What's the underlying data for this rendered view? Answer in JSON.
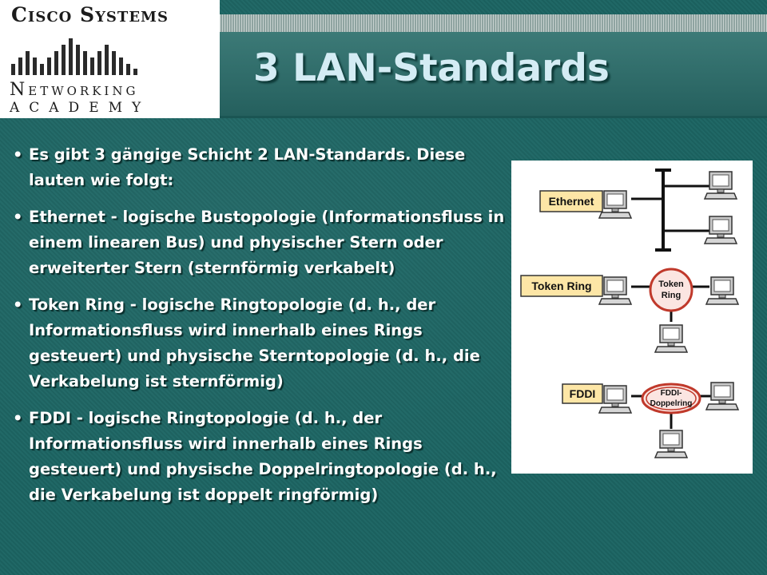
{
  "logo": {
    "title": "Cisco Systems",
    "line1": "Networking",
    "line2": "Academy"
  },
  "slide": {
    "title": "3 LAN-Standards"
  },
  "bullets": [
    "Es gibt 3 gängige Schicht 2 LAN-Standards. Diese lauten wie folgt:",
    "Ethernet - logische Bustopologie (Informationsfluss in einem linearen Bus) und physischer Stern oder erweiterter Stern (sternförmig verkabelt)",
    "Token Ring - logische Ringtopologie (d. h., der Informationsfluss wird innerhalb eines Rings gesteuert) und physische Sterntopologie (d. h., die Verkabelung ist sternförmig)",
    "FDDI - logische Ringtopologie (d. h., der Informationsfluss wird innerhalb eines Rings gesteuert) und physische Doppelringtopologie (d. h., die Verkabelung ist doppelt ringförmig)"
  ],
  "diagram": {
    "ethernet_label": "Ethernet",
    "token_ring_label": "Token Ring",
    "token_ring_center_line1": "Token",
    "token_ring_center_line2": "Ring",
    "fddi_label": "FDDI",
    "fddi_center_line1": "FDDI-",
    "fddi_center_line2": "Doppelring"
  },
  "colors": {
    "background": "#1c6563",
    "title_text": "#d4ecf4",
    "label_fill": "#fde6a6",
    "ring_fill": "#fbe5e1",
    "ring_stroke": "#c0392b"
  }
}
